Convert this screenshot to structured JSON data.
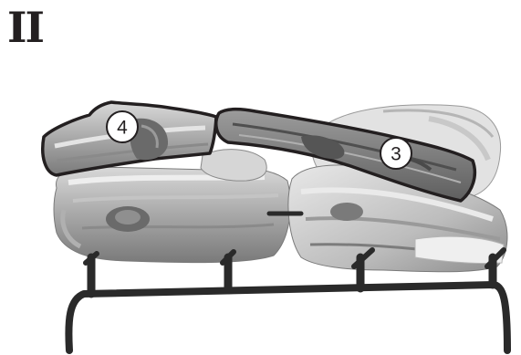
{
  "heading": "II",
  "callouts": [
    {
      "id": "log-4",
      "label": "4"
    },
    {
      "id": "log-3",
      "label": "3"
    }
  ],
  "colors": {
    "outline": "#231f20",
    "grate": "#2a2a2a",
    "wood_dark": "#6f6f6f",
    "wood_mid": "#9a9a9a",
    "wood_light": "#cfcfcf",
    "wood_pale": "#e6e6e6"
  }
}
